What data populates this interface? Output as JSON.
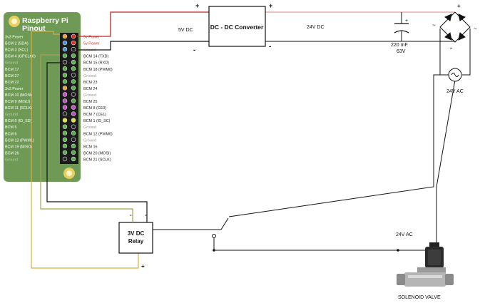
{
  "pinout": {
    "title_line1": "Raspberry Pi",
    "title_line2": "Pinout",
    "left_labels": [
      "3v3 Power",
      "BCM 2 (SDA)",
      "BCM 3 (SCL)",
      "BCM 4 (GPCLK0)",
      "Ground",
      "BCM 17",
      "BCM 27",
      "BCM 22",
      "3v3 Power",
      "BCM 10 (MOSI)",
      "BCM 9 (MISO)",
      "BCM 11 (SCLK)",
      "Ground",
      "BCM 0 (ID_SD)",
      "BCM 5",
      "BCM 6",
      "BCM 13 (PWM1)",
      "BCM 19 (MISO)",
      "BCM 26",
      "Ground"
    ],
    "right_labels": [
      "5v Power",
      "5v Power",
      "Ground",
      "BCM 14 (TXD)",
      "BCM 15 (RXD)",
      "BCM 18 (PWM0)",
      "Ground",
      "BCM 23",
      "BCM 24",
      "Ground",
      "BCM 25",
      "BCM 8 (CE0)",
      "BCM 7 (CE1)",
      "BCM 1 (ID_SC)",
      "Ground",
      "BCM 12 (PWM0)",
      "Ground",
      "BCM 16",
      "BCM 20 (MOSI)",
      "BCM 21 (SCLK)"
    ],
    "left_pin_colors": [
      "#f0a030",
      "#4a90d0",
      "#4a90d0",
      "#58b048",
      "#222222",
      "#58b048",
      "#58b048",
      "#58b048",
      "#f0a030",
      "#c050c0",
      "#c050c0",
      "#c050c0",
      "#222222",
      "#e0e040",
      "#58b048",
      "#58b048",
      "#58b048",
      "#58b048",
      "#58b048",
      "#222222"
    ],
    "right_pin_colors": [
      "#e03030",
      "#e03030",
      "#222222",
      "#58b048",
      "#58b048",
      "#58b048",
      "#222222",
      "#58b048",
      "#58b048",
      "#222222",
      "#58b048",
      "#c050c0",
      "#c050c0",
      "#e0e040",
      "#222222",
      "#58b048",
      "#222222",
      "#58b048",
      "#58b048",
      "#58b048"
    ]
  },
  "labels": {
    "dcdc": "DC - DC Converter",
    "v5_dc": "5V DC",
    "v24_dc": "24V DC",
    "cap_value": "220 mF",
    "cap_voltage": "63V",
    "v24_ac_source": "24V AC",
    "v24_ac_load": "24V AC",
    "relay_line1": "3V DC",
    "relay_line2": "Relay",
    "valve": "SOLENOID VALVE",
    "plus": "+",
    "minus": "-",
    "tilde": "~"
  },
  "colors": {
    "board": "#6f9a55",
    "board_dark": "#5d8646",
    "header": "#1b1b1b",
    "red_wire": "#c82020",
    "red_light": "#e39a9a",
    "olive_wire": "#a8a050",
    "yellow_wire": "#d8b040",
    "black_wire": "#111111"
  }
}
